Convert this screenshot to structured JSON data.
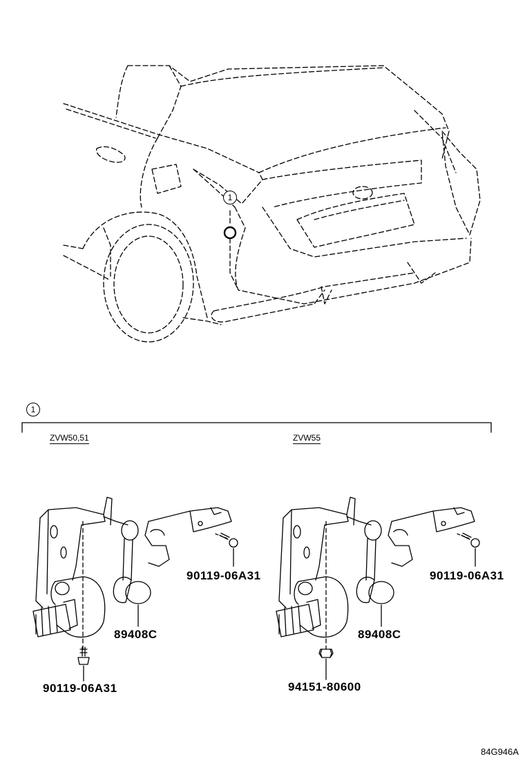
{
  "callouts": {
    "main": "1",
    "group": "1"
  },
  "variants": {
    "left": "ZVW50,51",
    "right": "ZVW55"
  },
  "parts": {
    "left_bolt_right": "90119-06A31",
    "left_sensor": "89408C",
    "left_bolt_bottom": "90119-06A31",
    "right_bolt_right": "90119-06A31",
    "right_sensor": "89408C",
    "right_nut_bottom": "94151-80600"
  },
  "illustration_id": "84G946A"
}
